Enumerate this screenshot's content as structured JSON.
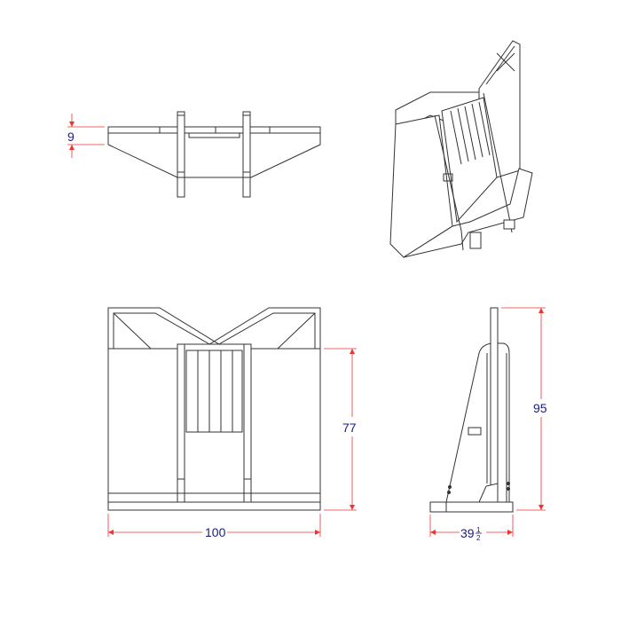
{
  "drawing": {
    "views": [
      "top-view",
      "isometric-view",
      "front-view",
      "side-view"
    ],
    "colors": {
      "line": "#333333",
      "dimension": "#ee3333",
      "dimension_text": "#1a1a80"
    },
    "dimensions": {
      "top_depth": "9",
      "front_panel_height": "77",
      "overall_width": "100",
      "overall_height": "95",
      "base_depth_whole": "39",
      "base_depth_fraction_num": "1",
      "base_depth_fraction_den": "2"
    }
  }
}
